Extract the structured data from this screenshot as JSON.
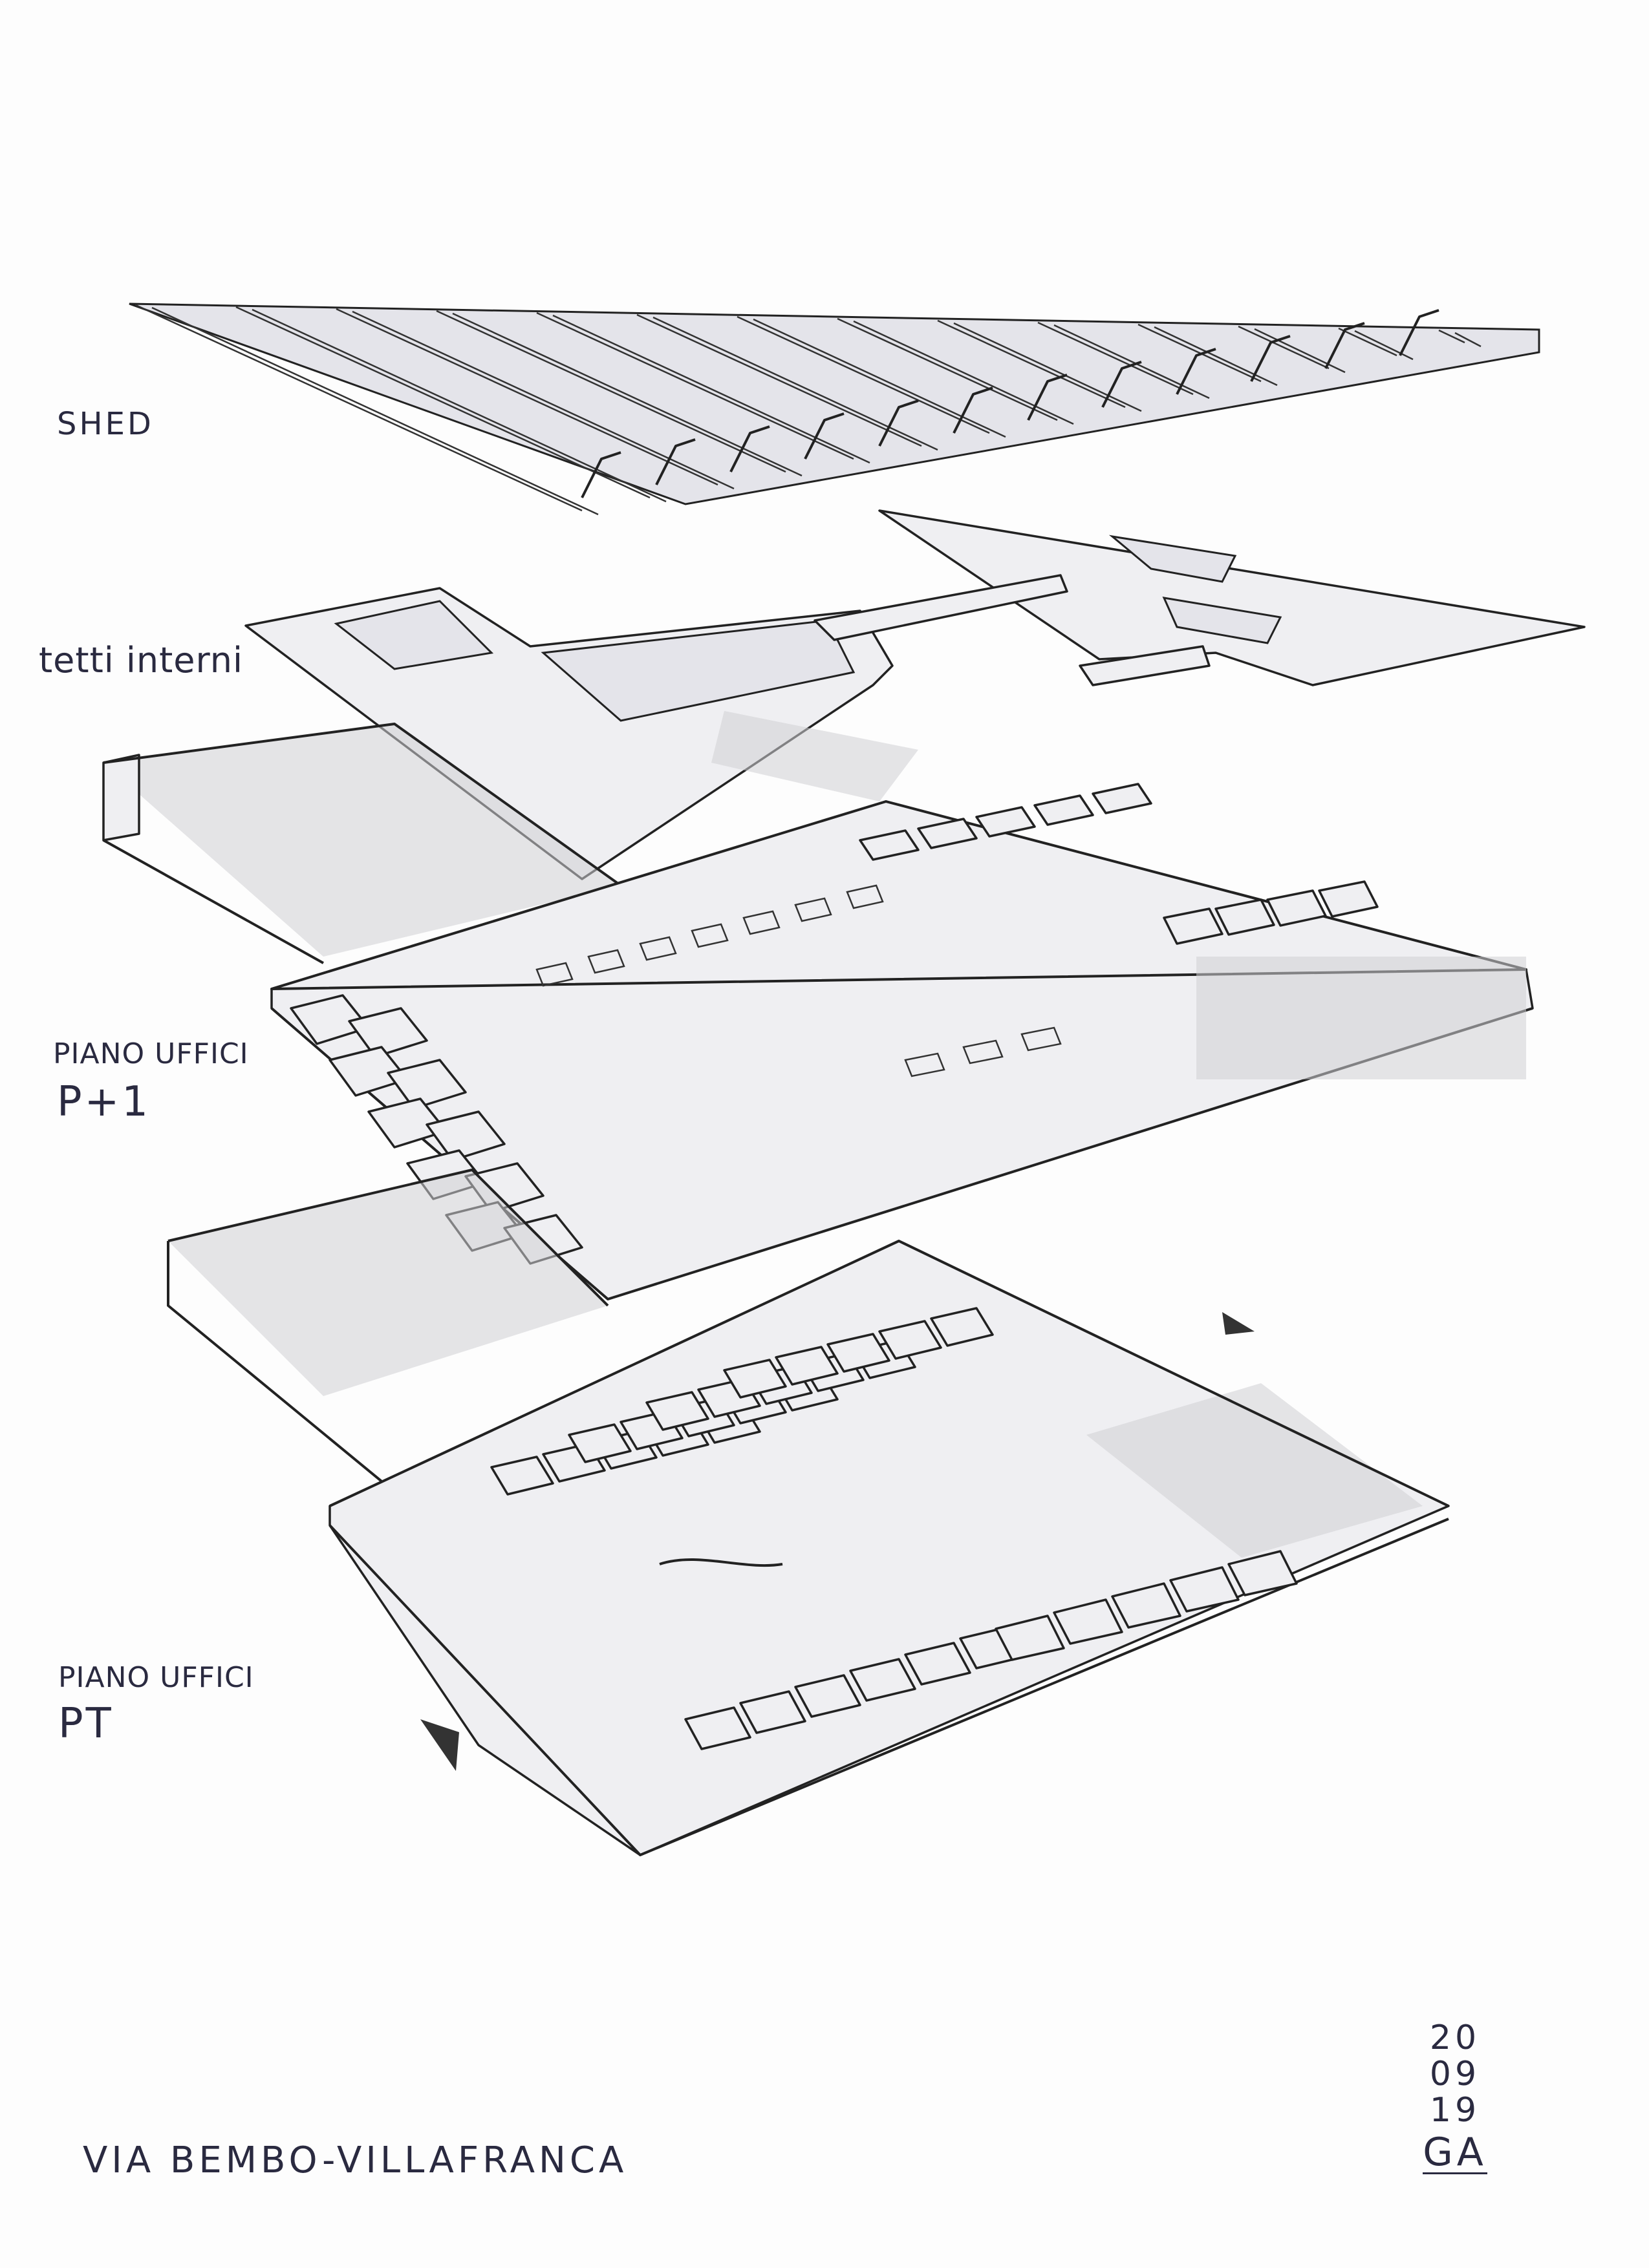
{
  "labels": {
    "shed": "SHED",
    "tetti_interni": "tetti interni",
    "piano_p1_title": "PIANO UFFICI",
    "piano_p1_code": "P+1",
    "piano_pt_title": "PIANO UFFICI",
    "piano_pt_code": "PT",
    "address": "VIA BEMBO-VILLAFRANCA"
  },
  "date_stamp": {
    "day": "20",
    "month": "09",
    "year": "19",
    "initials": "GA"
  },
  "layers": [
    "shed",
    "tetti-interni",
    "piano-uffici-p1",
    "piano-uffici-pt"
  ],
  "colors": {
    "ink": "#222222",
    "paper": "#fdfdfd",
    "shade": "#cfcfd4"
  }
}
